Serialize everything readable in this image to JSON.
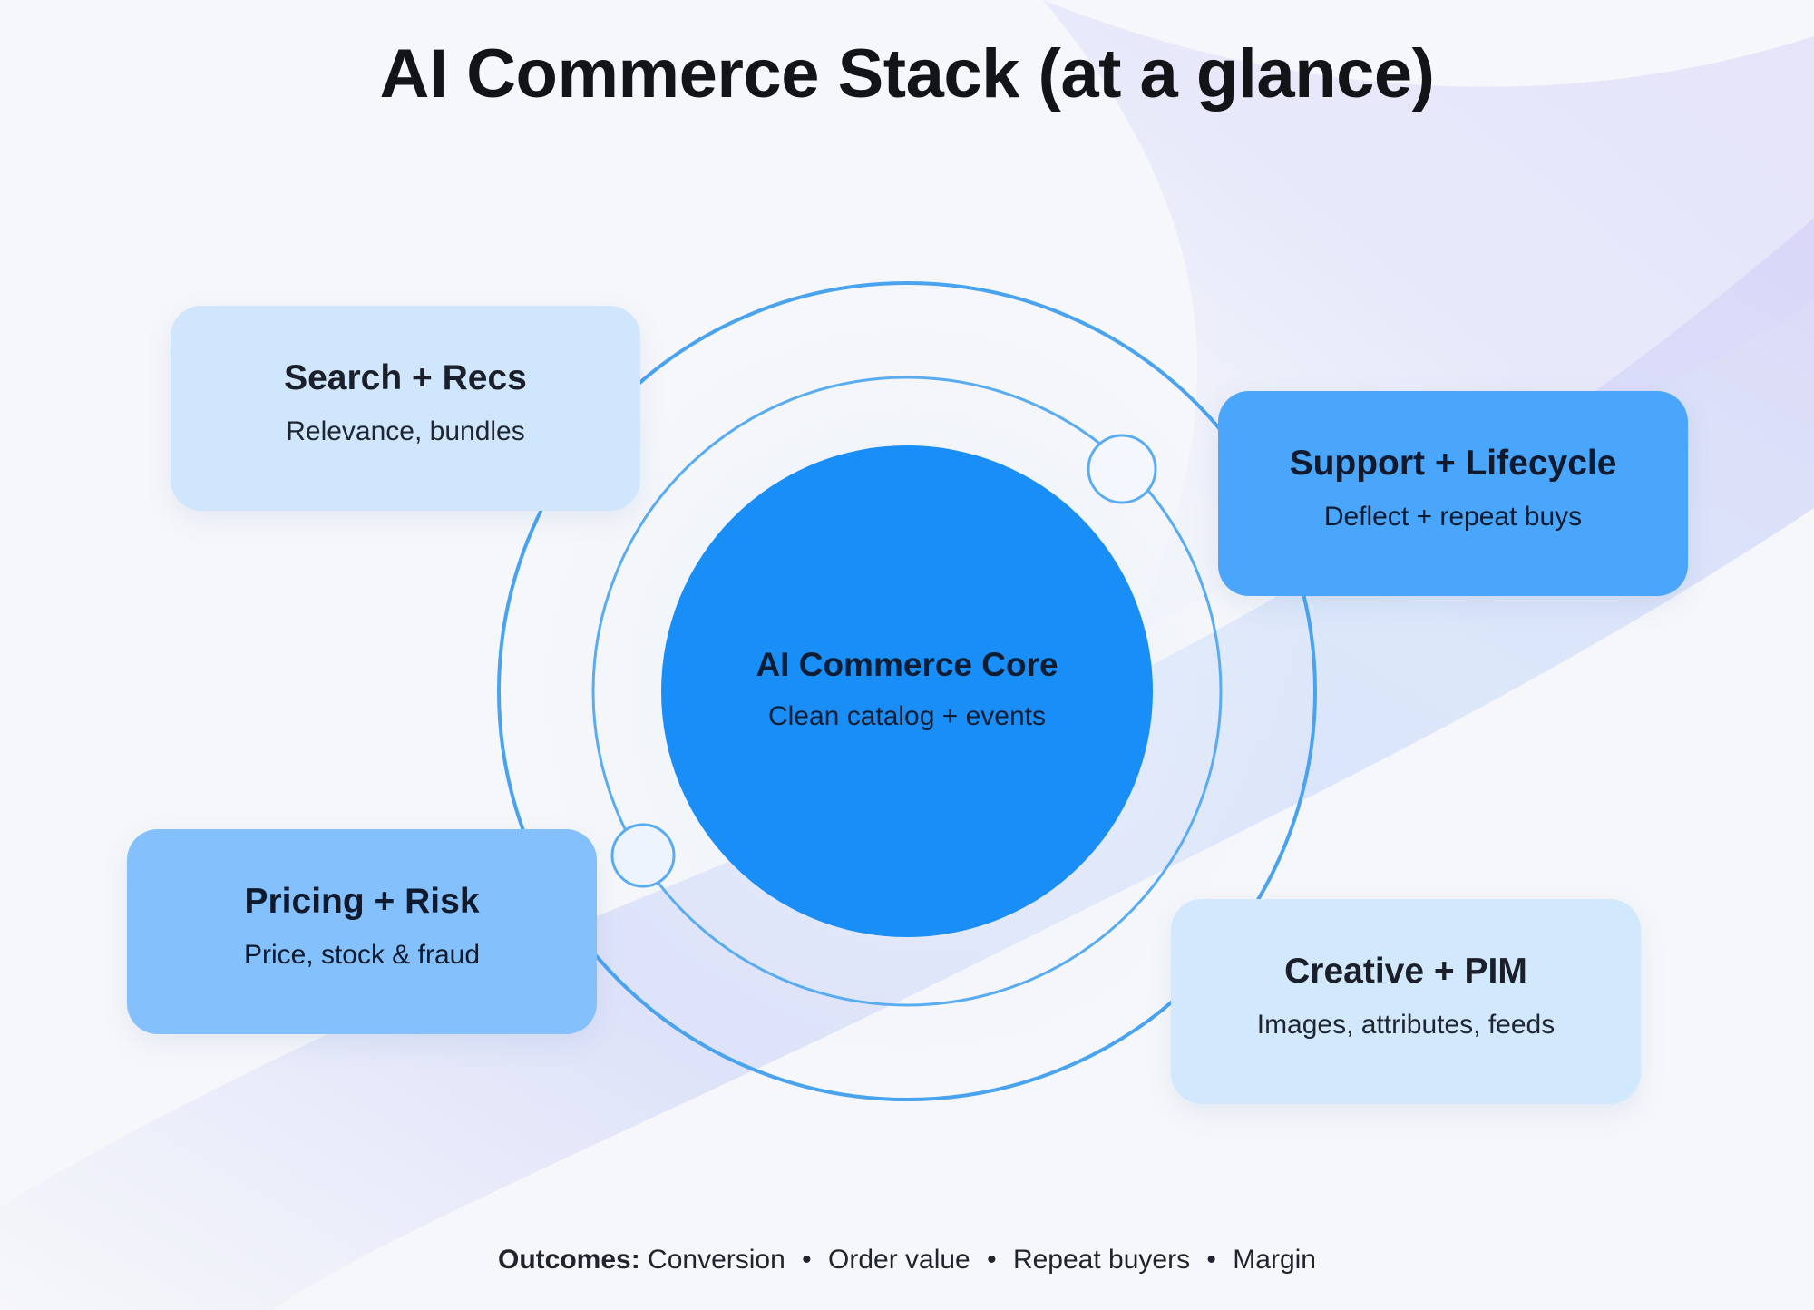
{
  "title": "AI Commerce Stack (at a glance)",
  "colors": {
    "core": "#1a8ef7",
    "ring": "#4aa3ef",
    "card_light": "#cfe6fc",
    "card_mid": "#84c0fb",
    "card_strong": "#4aa6fb"
  },
  "core": {
    "title": "AI Commerce Core",
    "subtitle": "Clean catalog + events"
  },
  "cards": [
    {
      "id": "search",
      "title": "Search + Recs",
      "subtitle": "Relevance, bundles"
    },
    {
      "id": "support",
      "title": "Support + Lifecycle",
      "subtitle": "Deflect + repeat buys"
    },
    {
      "id": "pricing",
      "title": "Pricing + Risk",
      "subtitle": "Price, stock & fraud"
    },
    {
      "id": "creative",
      "title": "Creative + PIM",
      "subtitle": "Images, attributes, feeds"
    }
  ],
  "outcomes": {
    "label": "Outcomes:",
    "items": [
      "Conversion",
      "Order value",
      "Repeat buyers",
      "Margin"
    ],
    "separator": "•"
  }
}
